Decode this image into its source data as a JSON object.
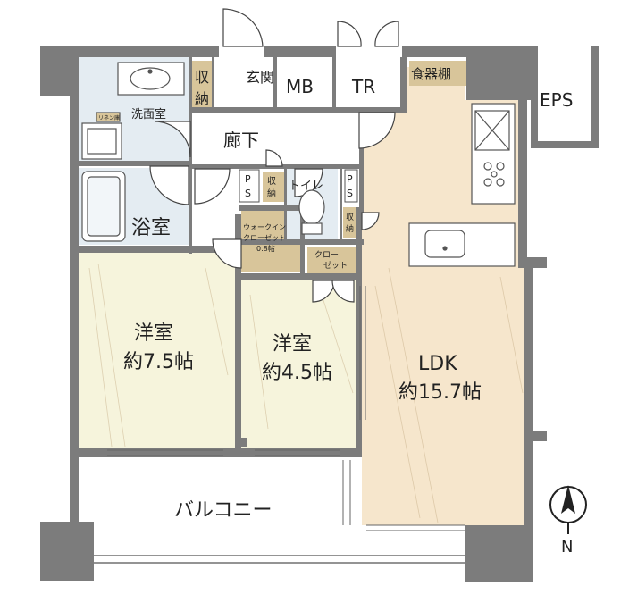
{
  "rooms": {
    "western_large": {
      "name": "洋室",
      "size": "約7.5帖"
    },
    "western_small": {
      "name": "洋室",
      "size": "約4.5帖"
    },
    "ldk": {
      "name": "LDK",
      "size": "約15.7帖"
    },
    "bathroom": "浴室",
    "washroom": "洗面室",
    "hallway": "廊下",
    "entrance": "玄関",
    "toilet": "トイレ",
    "balcony": "バルコニー",
    "walk_in_closet": {
      "line1": "ウォークイン",
      "line2": "クローゼット",
      "line3": "0.8帖"
    },
    "closet_line1": "クロー",
    "closet_line2": "ゼット"
  },
  "labels": {
    "storage_entry_1": "収",
    "storage_entry_2": "納",
    "storage_toilet_1": "収",
    "storage_toilet_2": "納",
    "storage_ldk_1": "収",
    "storage_ldk_2": "納",
    "mb": "MB",
    "tr": "TR",
    "eps": "EPS",
    "dish_shelf": "食器棚",
    "ps_left_1": "P",
    "ps_left_2": "S",
    "ps_right_1": "P",
    "ps_right_2": "S",
    "linen": "リネン庫"
  },
  "compass": {
    "north": "N"
  },
  "colors": {
    "wall": "#7c7c7c",
    "ldk_floor": "#f6e6cc",
    "bedroom_floor": "#f6f4dc",
    "wet_floor": "#e4ecf2",
    "storage_floor": "#d8c59a",
    "line": "#444444"
  }
}
